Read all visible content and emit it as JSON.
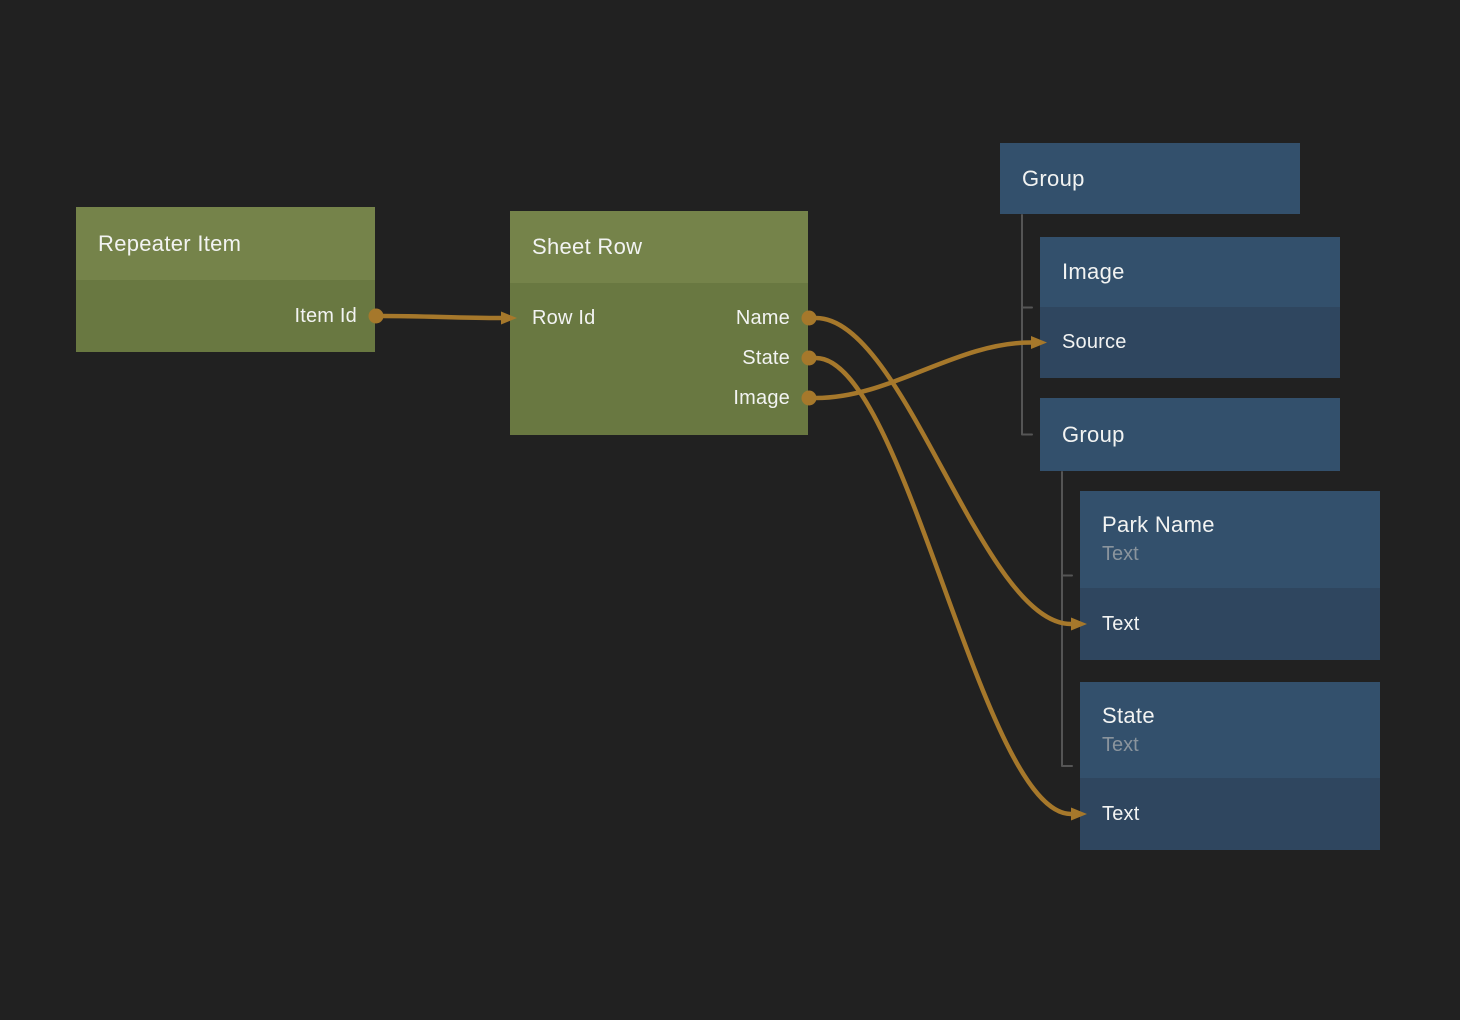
{
  "app": {
    "description": "Node graph data-binding editor",
    "background": "#212121"
  },
  "colors": {
    "green_header": "#75834a",
    "green_body": "#697841",
    "blue_header": "#33506c",
    "blue_body": "#2f465f",
    "wire": "#a6782b",
    "tree_line": "#555555",
    "title_text": "#f2f3f2",
    "subtitle_text": "#8a949d"
  },
  "nodes": {
    "repeater_item": {
      "title": "Repeater Item",
      "ports": {
        "item_id": {
          "label": "Item Id",
          "direction": "out"
        }
      }
    },
    "sheet_row": {
      "title": "Sheet Row",
      "ports": {
        "row_id": {
          "label": "Row Id",
          "direction": "in"
        },
        "name": {
          "label": "Name",
          "direction": "out"
        },
        "state": {
          "label": "State",
          "direction": "out"
        },
        "image": {
          "label": "Image",
          "direction": "out"
        }
      }
    },
    "group_top": {
      "title": "Group"
    },
    "image": {
      "title": "Image",
      "ports": {
        "source": {
          "label": "Source",
          "direction": "in"
        }
      }
    },
    "group_child": {
      "title": "Group"
    },
    "park_name": {
      "title": "Park Name",
      "subtitle": "Text",
      "ports": {
        "text": {
          "label": "Text",
          "direction": "in"
        }
      }
    },
    "state": {
      "title": "State",
      "subtitle": "Text",
      "ports": {
        "text": {
          "label": "Text",
          "direction": "in"
        }
      }
    }
  },
  "connections": [
    {
      "from": "repeater_item.item_id",
      "to": "sheet_row.row_id"
    },
    {
      "from": "sheet_row.name",
      "to": "park_name.text"
    },
    {
      "from": "sheet_row.state",
      "to": "state.text"
    },
    {
      "from": "sheet_row.image",
      "to": "image.source"
    }
  ],
  "hierarchy": [
    {
      "parent": "group_top",
      "children": [
        "image",
        "group_child"
      ]
    },
    {
      "parent": "group_child",
      "children": [
        "park_name",
        "state"
      ]
    }
  ]
}
